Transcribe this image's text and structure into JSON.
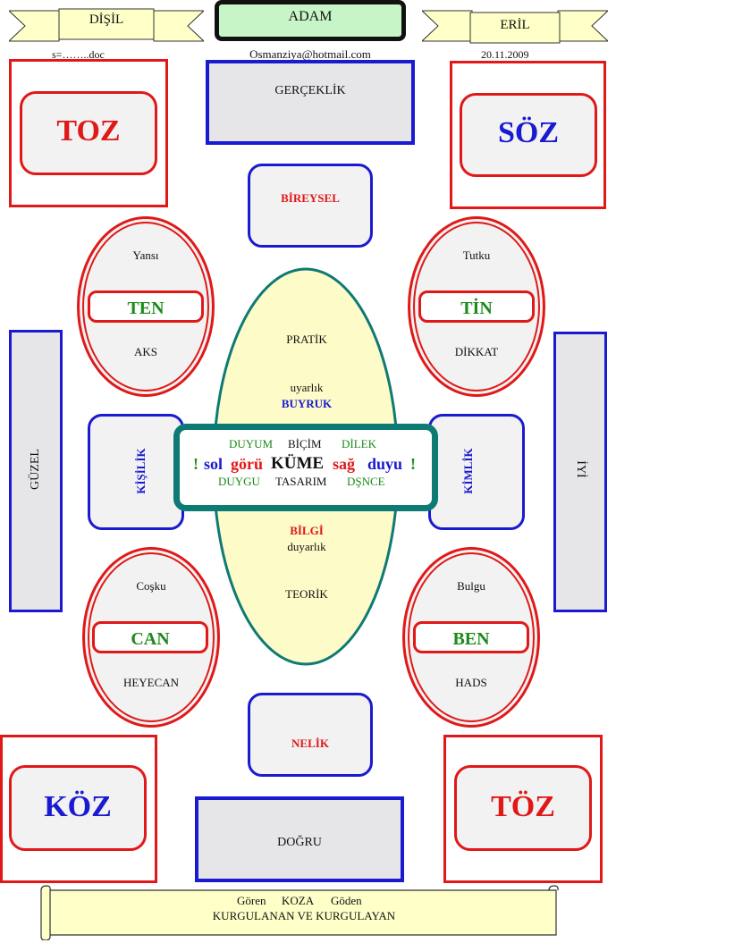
{
  "header": {
    "left_banner": "DİŞİL",
    "center_title": "ADAM",
    "right_banner": "ERİL",
    "left_sub": "s=……..doc",
    "center_sub": "Osmanziya@hotmail.com",
    "right_sub": "20.11.2009"
  },
  "corners": {
    "top_left": "TOZ",
    "top_right": "SÖZ",
    "bottom_left": "KÖZ",
    "bottom_right": "TÖZ"
  },
  "boxes": {
    "top": "GERÇEKLİK",
    "bottom": "DOĞRU",
    "left": "GÜZEL",
    "right": "İYİ",
    "upper_mid": "BİREYSEL",
    "lower_mid": "NELİK",
    "left_mid": "KİŞİLİK",
    "right_mid": "KİMLİK"
  },
  "circles": {
    "top_left": {
      "top": "Yansı",
      "center": "TEN",
      "bottom": "AKS"
    },
    "top_right": {
      "top": "Tutku",
      "center": "TİN",
      "bottom": "DİKKAT"
    },
    "bottom_left": {
      "top": "Coşku",
      "center": "CAN",
      "bottom": "HEYECAN"
    },
    "bottom_right": {
      "top": "Bulgu",
      "center": "BEN",
      "bottom": "HADS"
    }
  },
  "central_ellipse": {
    "pratik": "PRATİK",
    "uyarlik": "uyarlık",
    "buyruk": "BUYRUK",
    "bilgi": "BİLGİ",
    "duyarlik": "duyarlık",
    "teorik": "TEORİK"
  },
  "center_box": {
    "row1": [
      "DUYUM",
      "BİÇİM",
      "DİLEK"
    ],
    "row2": [
      "!",
      "sol",
      "görü",
      "KÜME",
      "sağ",
      "duyu",
      "!"
    ],
    "row3": [
      "DUYGU",
      "TASARIM",
      "DŞNCE"
    ]
  },
  "scroll": {
    "line1": [
      "Gören",
      "KOZA",
      "Göden"
    ],
    "line2": "KURGULANAN VE KURGULAYAN"
  },
  "colors": {
    "red": "#e01818",
    "blue": "#1a1ad0",
    "green": "#1a8a1a",
    "teal": "#0e7a74",
    "ellipse_fill": "#fdfbc8",
    "banner_fill": "#ffffc8",
    "title_fill": "#c8f5c8"
  }
}
